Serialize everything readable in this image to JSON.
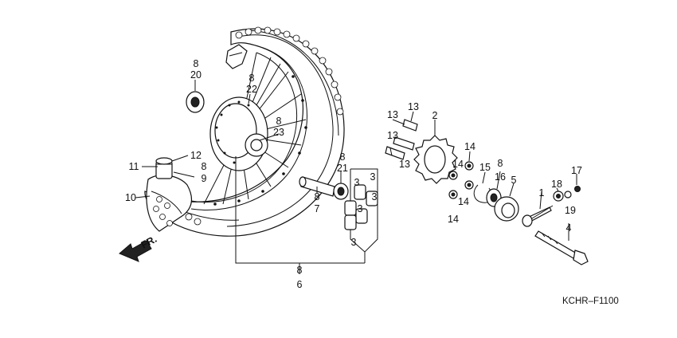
{
  "diagram_code": "KCHR–F1100",
  "direction_label": "FR.",
  "callouts": {
    "c8_20_a": "8",
    "c8_20_b": "20",
    "c8_22_a": "8",
    "c8_22_b": "22",
    "c8_23_a": "8",
    "c8_23_b": "23",
    "c11": "11",
    "c12": "12",
    "c8_9_a": "8",
    "c8_9_b": "9",
    "c10": "10",
    "c8_21_a": "8",
    "c8_21_b": "21",
    "c8_7_a": "8",
    "c8_7_b": "7",
    "c3_a": "3",
    "c3_b": "3",
    "c3_c": "3",
    "c3_d": "3",
    "c3_e": "3",
    "c8_6_a": "8",
    "c8_6_b": "6",
    "c13_a": "13",
    "c13_b": "13",
    "c13_c": "13",
    "c13_d": "13",
    "c2": "2",
    "c14_a": "14",
    "c14_b": "14",
    "c14_c": "14",
    "c14_d": "14",
    "c15": "15",
    "c8_16_a": "8",
    "c8_16_b": "16",
    "c5": "5",
    "c1": "1",
    "c18": "18",
    "c19": "19",
    "c17": "17",
    "c4": "4"
  }
}
